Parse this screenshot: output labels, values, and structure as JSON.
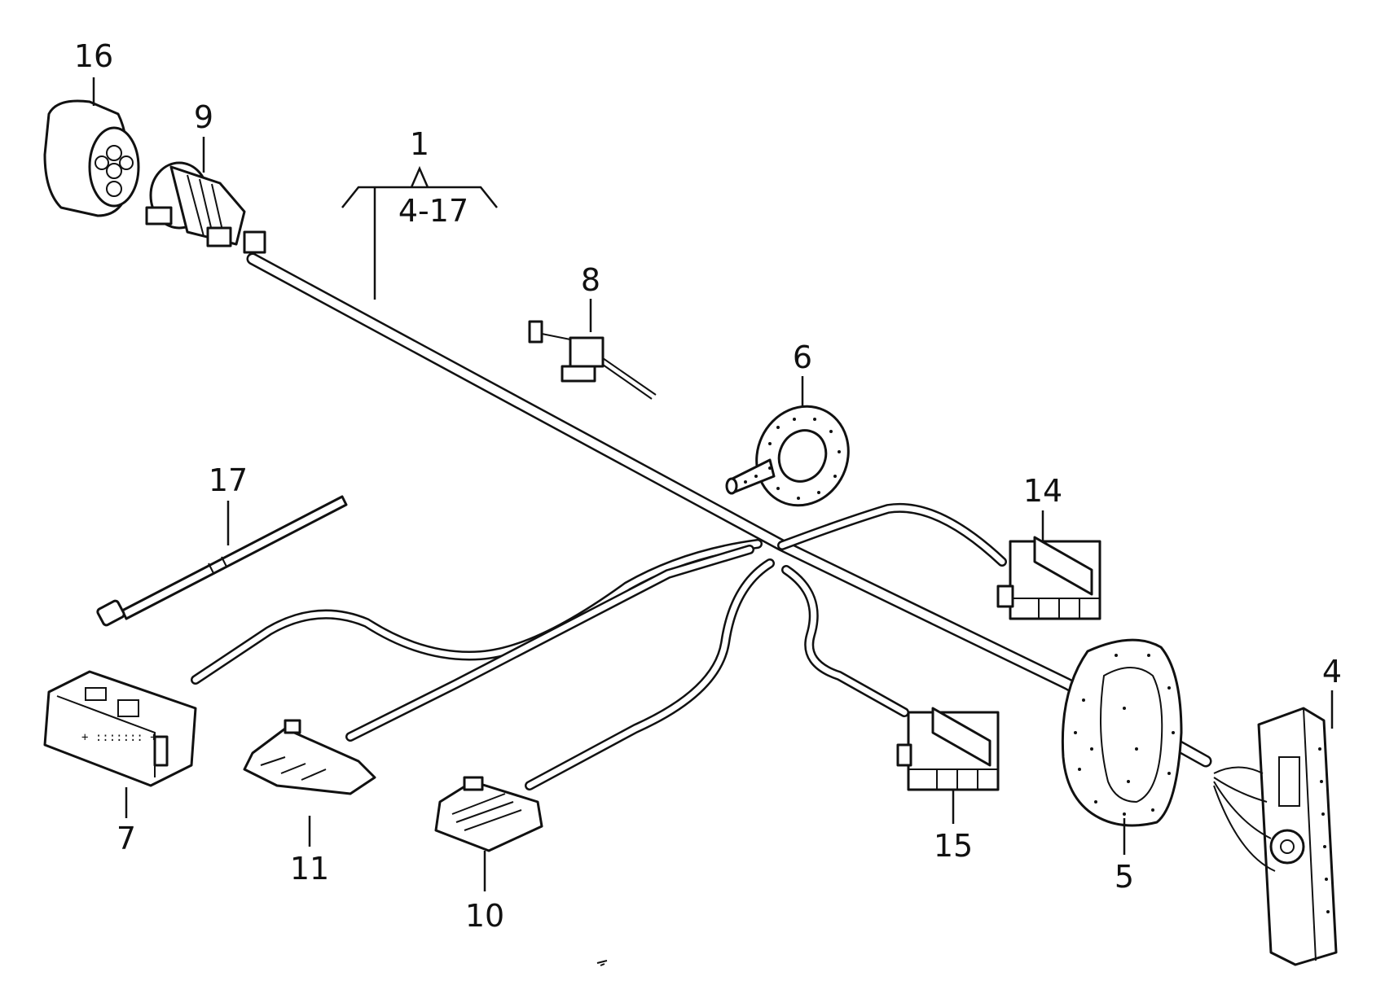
{
  "callouts": [
    {
      "id": "16",
      "text": "16"
    },
    {
      "id": "9",
      "text": "9"
    },
    {
      "id": "1",
      "text": "1"
    },
    {
      "id": "range",
      "text": "4-17"
    },
    {
      "id": "8",
      "text": "8"
    },
    {
      "id": "6",
      "text": "6"
    },
    {
      "id": "17",
      "text": "17"
    },
    {
      "id": "14",
      "text": "14"
    },
    {
      "id": "4",
      "text": "4"
    },
    {
      "id": "7",
      "text": "7"
    },
    {
      "id": "11",
      "text": "11"
    },
    {
      "id": "10",
      "text": "10"
    },
    {
      "id": "15",
      "text": "15"
    },
    {
      "id": "5",
      "text": "5"
    }
  ]
}
